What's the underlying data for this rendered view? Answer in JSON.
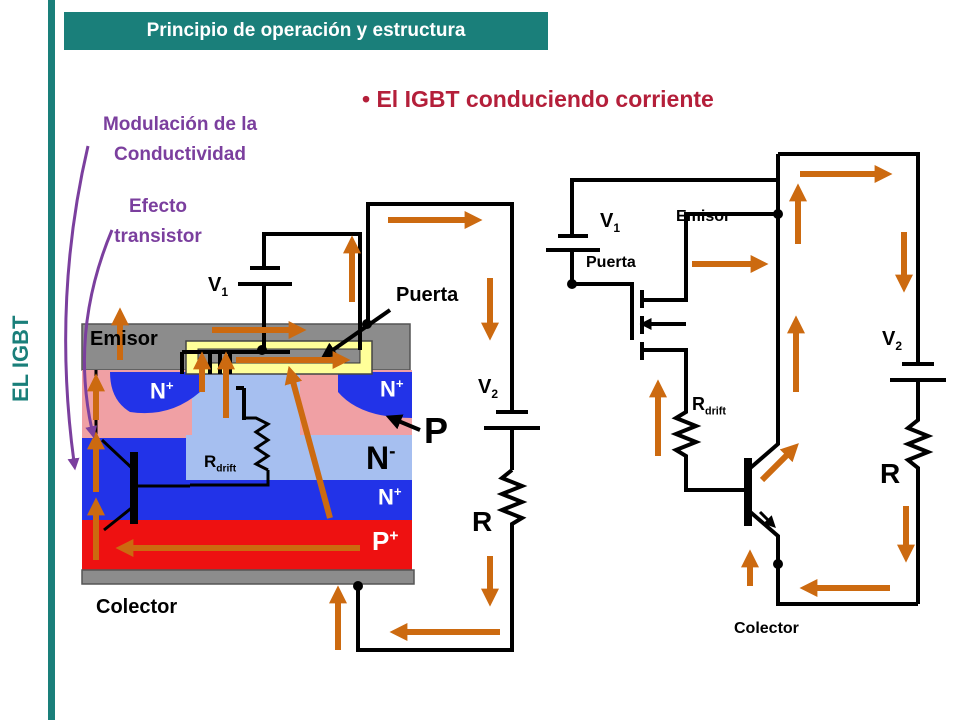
{
  "title": "Principio de operación y estructura",
  "side_title": "EL IGBT",
  "bullet": "El IGBT conduciendo corriente",
  "annotations": {
    "modulation_line1": "Modulación de la",
    "modulation_line2": "Conductividad",
    "transistor_line1": "Efecto",
    "transistor_line2": "transistor"
  },
  "left": {
    "emisor": "Emisor",
    "puerta": "Puerta",
    "colector": "Colector",
    "v1": "V",
    "v1_sub": "1",
    "v2": "V",
    "v2_sub": "2",
    "r": "R",
    "rdrift": "R",
    "rdrift_sub": "drift",
    "n_plus_left": "N",
    "n_plus_right": "N",
    "p": "P",
    "n_minus": "N",
    "n_plus_layer": "N",
    "p_plus": "P",
    "plus": "+",
    "minus": "-"
  },
  "right": {
    "v1": "V",
    "v1_sub": "1",
    "emisor": "Emisor",
    "puerta": "Puerta",
    "v2": "V",
    "v2_sub": "2",
    "rdrift": "R",
    "rdrift_sub": "drift",
    "r": "R",
    "colector": "Colector"
  },
  "colors": {
    "teal": "#1a7f7a",
    "title_red": "#b41f3a",
    "purple": "#7b3f9e",
    "arrow_orange": "#cc6a10",
    "n_plus_blue": "#2233e8",
    "n_minus_blue": "#a6bff0",
    "p_plus_red": "#ee1111",
    "p_pink": "#f0a0a4",
    "gate_yellow": "#ffff99",
    "metal_gray": "#8c8c8c"
  }
}
